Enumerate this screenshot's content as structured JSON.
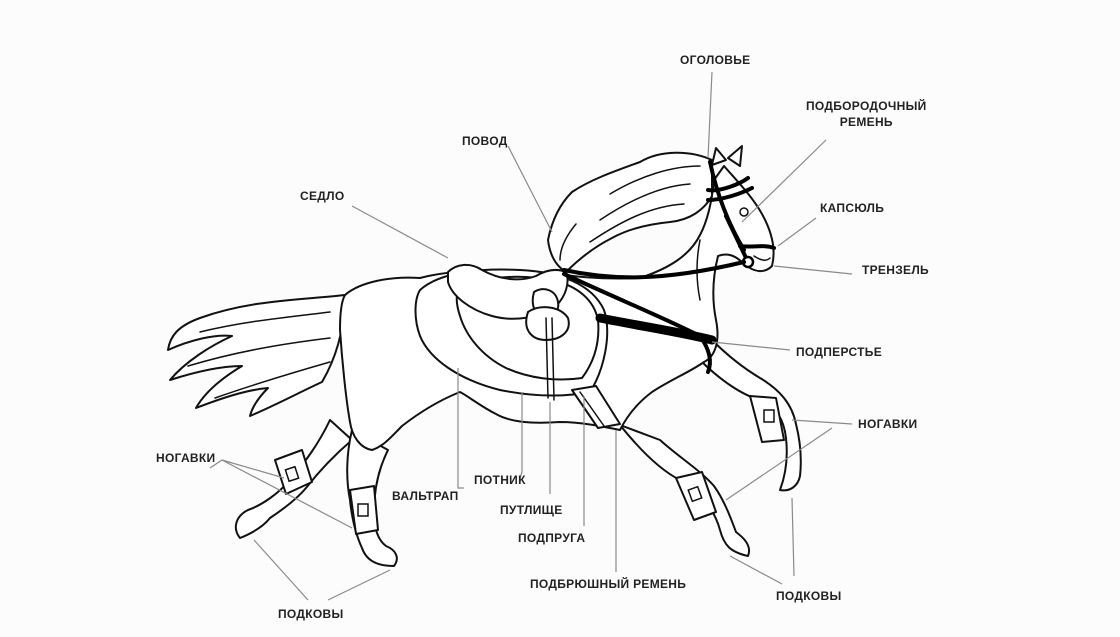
{
  "labels": {
    "headstall": "ОГОЛОВЬЕ",
    "chin_strap": "ПОДБОРОДОЧНЫЙ\nРЕМЕНЬ",
    "rein": "ПОВОД",
    "saddle": "СЕДЛО",
    "noseband": "КАПСЮЛЬ",
    "snaffle": "ТРЕНЗЕЛЬ",
    "breastplate": "ПОДПЕРСТЬЕ",
    "boots_right": "НОГАВКИ",
    "boots_left": "НОГАВКИ",
    "saddle_pad": "ПОТНИК",
    "saddle_cloth": "ВАЛЬТРАП",
    "stirrup_leather": "ПУТЛИЩЕ",
    "girth": "ПОДПРУГА",
    "belly_strap": "ПОДБРЮШНЫЙ РЕМЕНЬ",
    "horseshoes_right": "ПОДКОВЫ",
    "horseshoes_left": "ПОДКОВЫ"
  }
}
